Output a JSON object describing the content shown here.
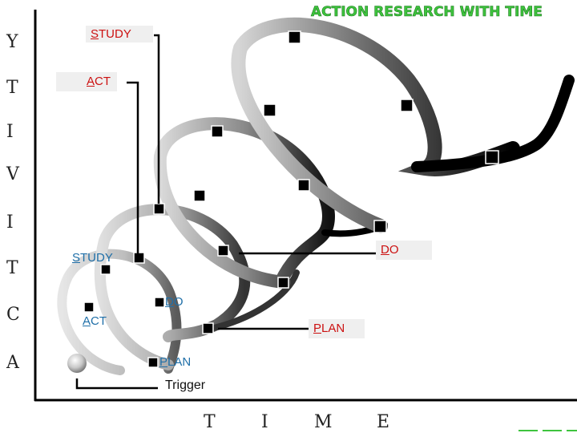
{
  "title": "ACTION RESEARCH WITH TIME",
  "y_axis_letters": [
    "A",
    "C",
    "T",
    "I",
    "V",
    "I",
    "T",
    "Y"
  ],
  "x_axis_letters": [
    "T",
    "I",
    "M",
    "E"
  ],
  "spiral_outer_labels": [
    {
      "first": "S",
      "rest": "TUDY"
    },
    {
      "first": "A",
      "rest": "CT"
    },
    {
      "first": "D",
      "rest": "O"
    },
    {
      "first": "P",
      "rest": "LAN"
    }
  ],
  "spiral_inner_labels": [
    {
      "first": "S",
      "rest": "TUDY"
    },
    {
      "first": "A",
      "rest": "CT"
    },
    {
      "first": "D",
      "rest": "O"
    },
    {
      "first": "P",
      "rest": "LAN"
    }
  ],
  "trigger_label": "Trigger",
  "colors": {
    "title": "#3ec43e",
    "outer_labels": "#cc1111",
    "inner_labels": "#1f6fa8",
    "spiral_dark": "#000000",
    "spiral_light": "#e0e0e0"
  }
}
